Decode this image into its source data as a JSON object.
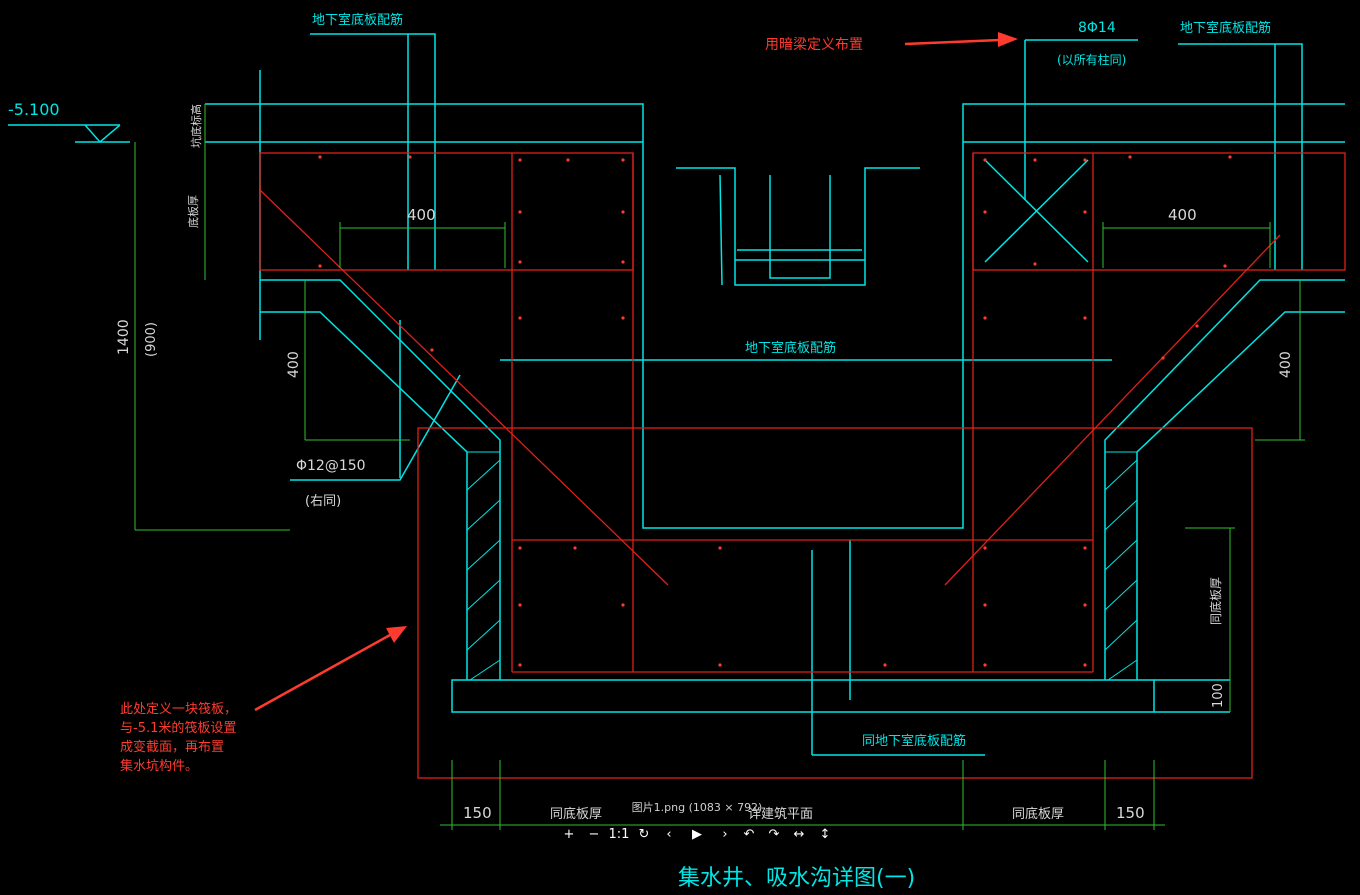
{
  "viewer": {
    "caption": "图片1.png (1083 × 792)",
    "toolbar": [
      {
        "name": "zoom-in-button",
        "glyph": "+"
      },
      {
        "name": "zoom-out-button",
        "glyph": "−"
      },
      {
        "name": "actual-size-button",
        "glyph": "1:1"
      },
      {
        "name": "rotate-button",
        "glyph": "↻"
      },
      {
        "name": "previous-button",
        "glyph": "‹"
      },
      {
        "name": "play-button",
        "glyph": "▶"
      },
      {
        "name": "next-button",
        "glyph": "›"
      },
      {
        "name": "undo-button",
        "glyph": "↶"
      },
      {
        "name": "redo-button",
        "glyph": "↷"
      },
      {
        "name": "fit-width-button",
        "glyph": "↔"
      },
      {
        "name": "fit-height-button",
        "glyph": "↕"
      }
    ]
  },
  "drawing": {
    "elevation": "-5.100",
    "label_top_left": "地下室底板配筋",
    "label_top_right": "地下室底板配筋",
    "label_top_rebar": "8Φ14",
    "label_top_rebar_note": "(以所有柱同)",
    "annotation_top": "用暗梁定义布置",
    "label_mid": "地下室底板配筋",
    "label_bottom": "同地下室底板配筋",
    "dim_400_left": "400",
    "dim_400_right": "400",
    "dim_400_vleft": "400",
    "dim_400_vright": "400",
    "dim_1400": "1400",
    "dim_900": "(900)",
    "rebar_left": "Φ12@150",
    "rebar_left_note": "(右同)",
    "vertical_label_1": "坑底标高",
    "vertical_label_2": "底板厚",
    "vertical_label_right": "同底板厚",
    "dim_100": "100",
    "dim_150_left": "150",
    "dim_150_right": "150",
    "bottom_label_left": "同底板厚",
    "bottom_label_center": "详建筑平面",
    "bottom_label_right": "同底板厚",
    "annotation_bottom": [
      "此处定义一块筏板，",
      "与-5.1米的筏板设置",
      "成变截面，再布置",
      "集水坑构件。"
    ],
    "title": "集水井、吸水沟详图(一)"
  },
  "colors": {
    "cyan": "#00e5e5",
    "red": "#ff3b30",
    "green": "#2fbf2f",
    "background": "#000000"
  }
}
